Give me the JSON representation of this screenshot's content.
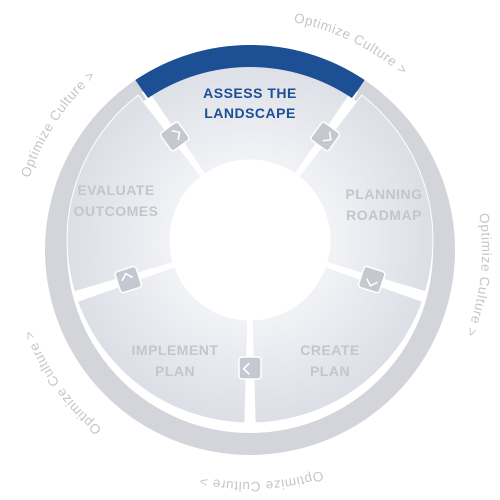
{
  "diagram": {
    "colors": {
      "active": "#1c4f94",
      "ring": "#d2d4d8",
      "segment_fill": "#e7e9ee",
      "active_label": "#1c4f94",
      "inactive_label": "#c4c6cc",
      "outer_text": "#c4c6ca"
    },
    "segments": [
      {
        "name": "assess",
        "line1": "ASSESS THE",
        "line2": "LANDSCAPE",
        "active": true
      },
      {
        "name": "planning",
        "line1": "PLANNING",
        "line2": "ROADMAP",
        "active": false
      },
      {
        "name": "create",
        "line1": "CREATE",
        "line2": "PLAN",
        "active": false
      },
      {
        "name": "implement",
        "line1": "IMPLEMENT",
        "line2": "PLAN",
        "active": false
      },
      {
        "name": "evaluate",
        "line1": "EVALUATE",
        "line2": "OUTCOMES",
        "active": false
      }
    ],
    "outer_labels": [
      "Optimize Culture >",
      "Optimize Culture >",
      "Optimize Culture >",
      "Optimize Culture >",
      "Optimize Culture >"
    ]
  }
}
